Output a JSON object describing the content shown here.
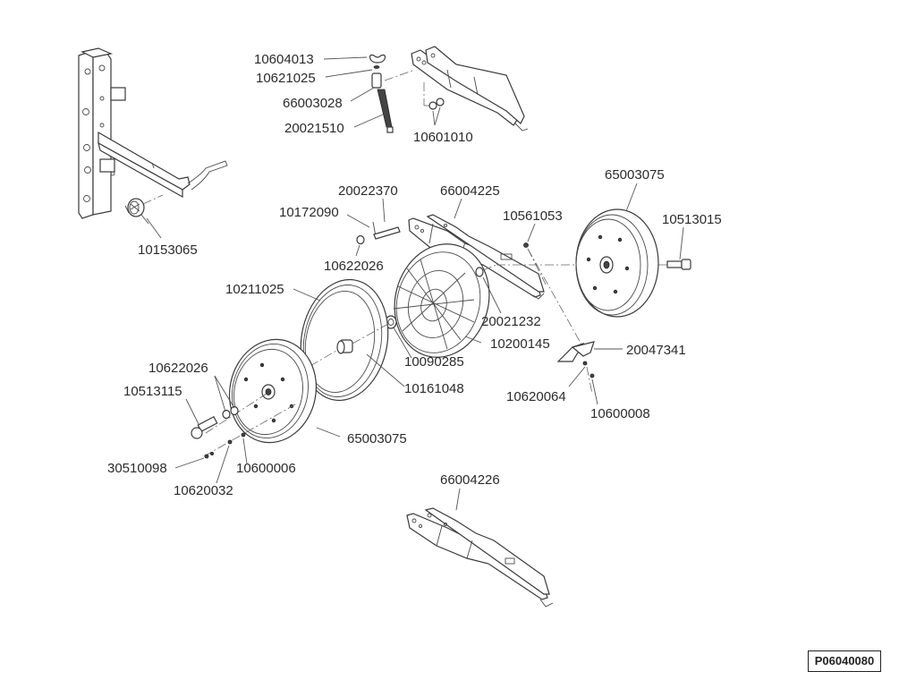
{
  "diagram": {
    "title": "Gauge wheel assembly exploded parts view",
    "reference_code": "P06040080",
    "callouts": [
      {
        "id": "c1",
        "part": "10604013",
        "depicts": "wing nut"
      },
      {
        "id": "c2",
        "part": "10621025",
        "depicts": "washer"
      },
      {
        "id": "c3",
        "part": "66003028",
        "depicts": "adjuster sleeve"
      },
      {
        "id": "c4",
        "part": "20021510",
        "depicts": "threaded rod"
      },
      {
        "id": "c5",
        "part": "10601010",
        "depicts": "nuts"
      },
      {
        "id": "c6",
        "part": "10153065",
        "depicts": "torsion spring"
      },
      {
        "id": "c7",
        "part": "20022370",
        "depicts": "pivot pin"
      },
      {
        "id": "c8",
        "part": "66004225",
        "depicts": "gauge wheel arm, right"
      },
      {
        "id": "c9",
        "part": "10172090",
        "depicts": "cotter pin"
      },
      {
        "id": "c10",
        "part": "10561053",
        "depicts": "bolt"
      },
      {
        "id": "c11",
        "part": "65003075",
        "depicts": "gauge wheel, upper"
      },
      {
        "id": "c12",
        "part": "10513015",
        "depicts": "hub bolt, upper"
      },
      {
        "id": "c13",
        "part": "10622026",
        "depicts": "washer, upper"
      },
      {
        "id": "c14",
        "part": "10211025",
        "depicts": "tire"
      },
      {
        "id": "c15",
        "part": "20021232",
        "depicts": "spacer"
      },
      {
        "id": "c16",
        "part": "10200145",
        "depicts": "wheel disc"
      },
      {
        "id": "c17",
        "part": "10090285",
        "depicts": "washer"
      },
      {
        "id": "c18",
        "part": "20047341",
        "depicts": "scraper bracket"
      },
      {
        "id": "c19",
        "part": "10161048",
        "depicts": "bearing"
      },
      {
        "id": "c20",
        "part": "10622026",
        "depicts": "washers, lower"
      },
      {
        "id": "c21",
        "part": "10513115",
        "depicts": "hub bolt, lower"
      },
      {
        "id": "c22",
        "part": "10620064",
        "depicts": "lock washer"
      },
      {
        "id": "c23",
        "part": "10600008",
        "depicts": "nut"
      },
      {
        "id": "c24",
        "part": "65003075",
        "depicts": "gauge wheel, lower"
      },
      {
        "id": "c25",
        "part": "30510098",
        "depicts": "bolt"
      },
      {
        "id": "c26",
        "part": "10600006",
        "depicts": "nut"
      },
      {
        "id": "c27",
        "part": "10620032",
        "depicts": "lock washer"
      },
      {
        "id": "c28",
        "part": "66004226",
        "depicts": "gauge wheel arm, left"
      }
    ]
  }
}
